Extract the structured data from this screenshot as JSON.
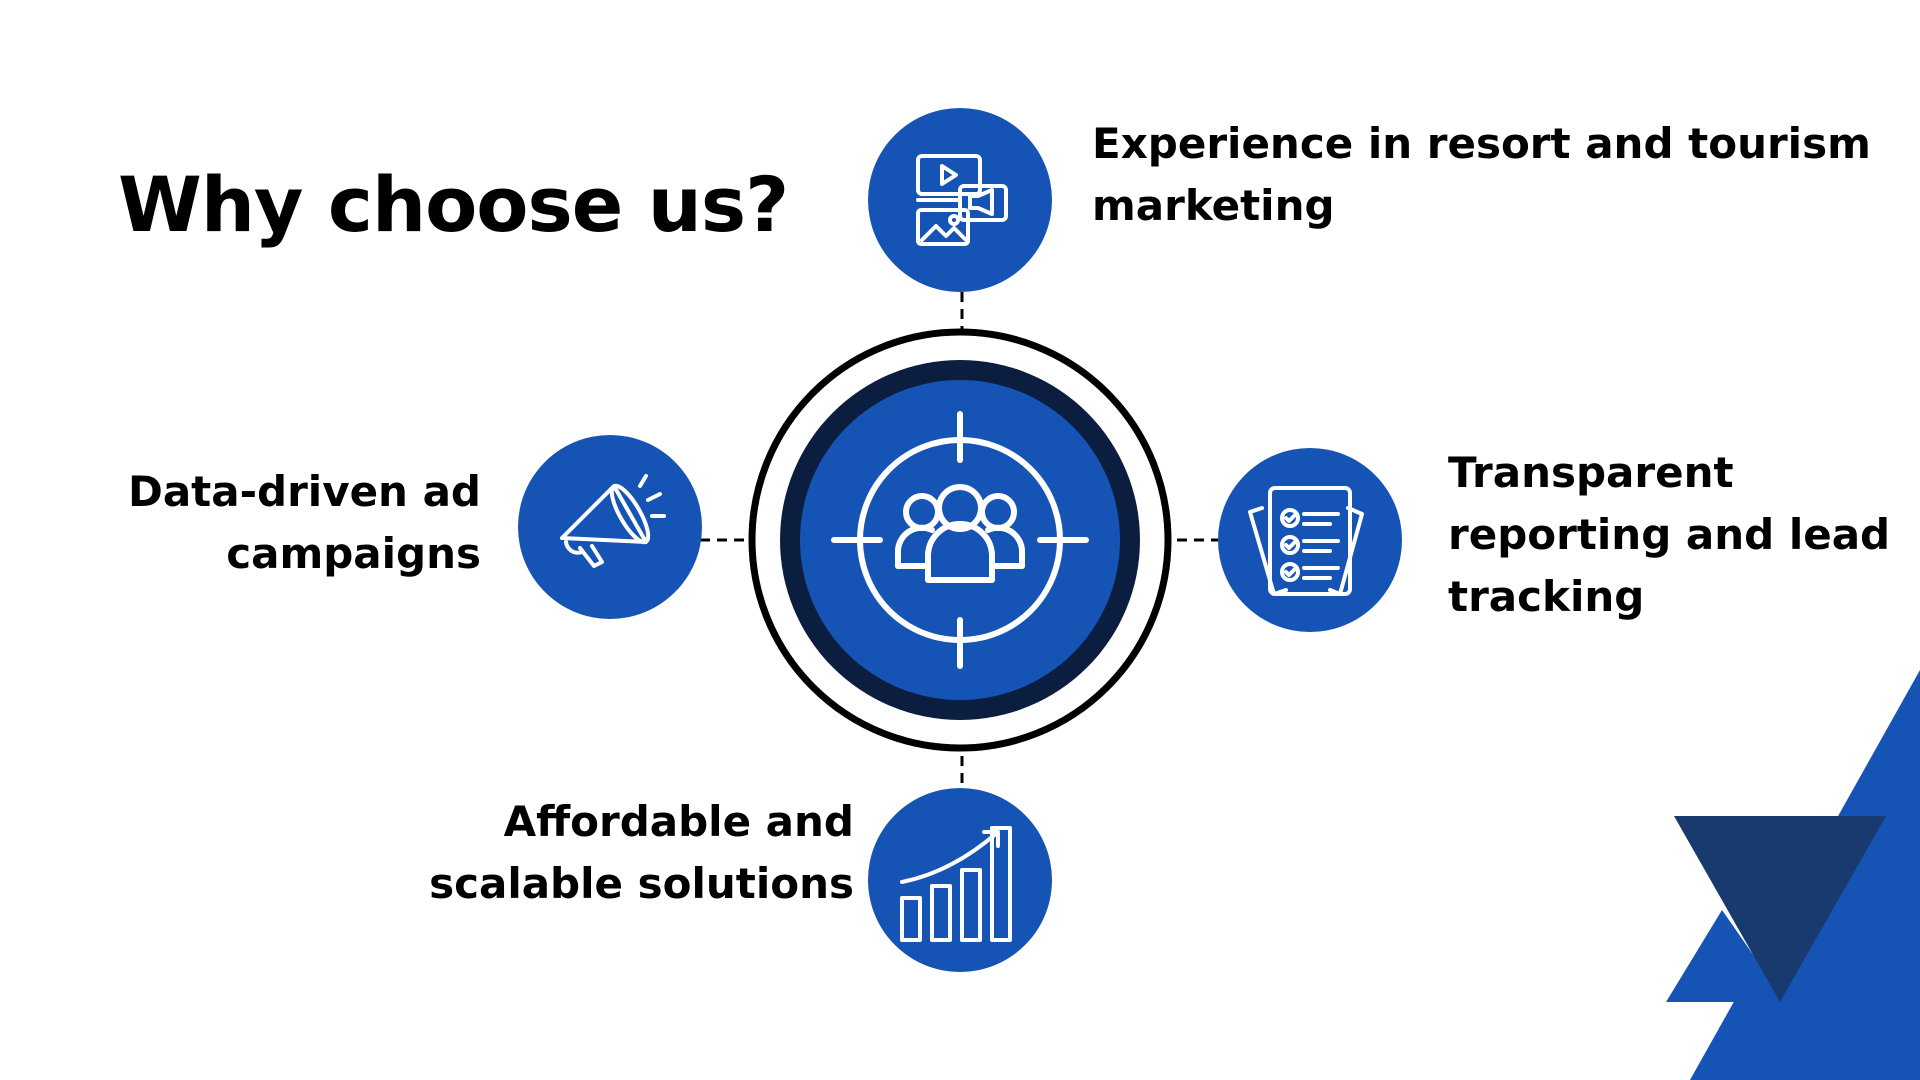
{
  "slide": {
    "title": "Why choose us?",
    "colors": {
      "accent_blue": "#1554B5",
      "dark_navy": "#0B1E3F",
      "triangle_blue": "#1554B5",
      "triangle_navy": "#193A6E",
      "text": "#000000"
    }
  },
  "center": {
    "icon": "target-audience-icon"
  },
  "items": [
    {
      "icon": "media-marketing-icon",
      "lines": [
        "Experience in resort and tourism",
        "marketing"
      ]
    },
    {
      "icon": "report-checklist-icon",
      "lines": [
        "Transparent",
        "reporting and lead",
        "tracking"
      ]
    },
    {
      "icon": "megaphone-icon",
      "lines": [
        "Data-driven ad",
        "campaigns"
      ]
    },
    {
      "icon": "growth-chart-icon",
      "lines": [
        "Affordable and",
        "scalable solutions"
      ]
    }
  ]
}
